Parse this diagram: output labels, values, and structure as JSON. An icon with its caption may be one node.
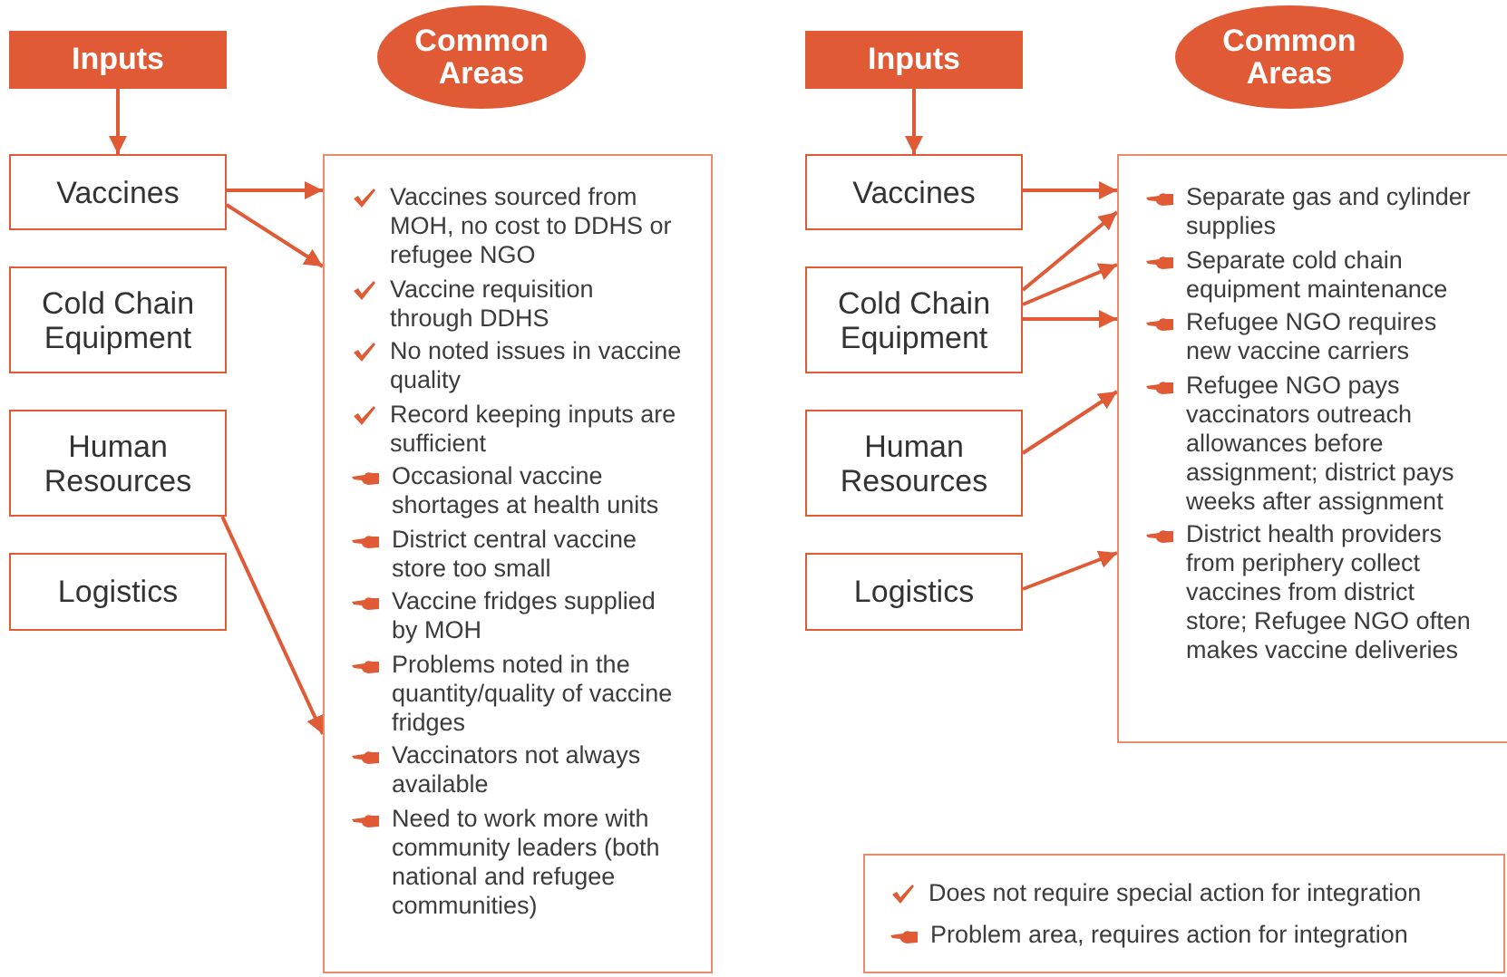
{
  "diagram": {
    "nodes": [
      {
        "text": [
          "Inputs"
        ]
      },
      {
        "text": [
          "Common Areas"
        ]
      },
      {
        "text": [
          "Vaccines"
        ]
      },
      {
        "text": [
          "Cold Chain Equipment"
        ]
      },
      {
        "text": [
          "Human Resources"
        ]
      },
      {
        "text": [
          "Logistics"
        ]
      },
      {
        "text": [
          "Vaccines sourced from MOH, no cost to DDHS or refugee NGO",
          "Vaccine requisition through DDHS",
          "No noted issues in vaccine quality",
          "Record keeping inputs are sufficient",
          "Occasional vaccine shortages at health units",
          "District central vaccine store too small",
          "Vaccine fridges supplied by MOH",
          "Problems noted in the quantity/quality of vaccine fridges",
          "Vaccinators not always available",
          "Need to work more with community leaders (both national and refugee communities)"
        ]
      },
      {
        "text": [
          "Inputs"
        ]
      },
      {
        "text": [
          "Common Areas"
        ]
      },
      {
        "text": [
          "Vaccines"
        ]
      },
      {
        "text": [
          "Cold Chain Equipment"
        ]
      },
      {
        "text": [
          "Human Resources"
        ]
      },
      {
        "text": [
          "Logistics"
        ]
      },
      {
        "text": [
          "Separate gas and cylinder supplies",
          "Separate cold chain equipment maintenance",
          "Refugee NGO requires new vaccine carriers",
          "Refugee NGO pays vaccinators outreach allowances before assignment; district pays weeks after assignment",
          "District health providers from periphery collect vaccines from district store; Refugee NGO often makes vaccine deliveries"
        ]
      }
    ],
    "edges": [
      {
        "from": 0,
        "to": 2,
        "arrow": "to"
      },
      {
        "from": 2,
        "to": 6,
        "arrow": "to"
      },
      {
        "from": 2,
        "to": 6,
        "arrow": "to"
      },
      {
        "from": 4,
        "to": 6,
        "arrow": "to"
      },
      {
        "from": 7,
        "to": 9,
        "arrow": "to"
      },
      {
        "from": 9,
        "to": 13,
        "arrow": "to"
      },
      {
        "from": 10,
        "to": 13,
        "arrow": "to"
      },
      {
        "from": 10,
        "to": 13,
        "arrow": "to"
      },
      {
        "from": 10,
        "to": 13,
        "arrow": "to"
      },
      {
        "from": 11,
        "to": 13,
        "arrow": "to"
      },
      {
        "from": 12,
        "to": 13,
        "arrow": "to"
      }
    ],
    "legend": [
      {
        "text": "Does not require special action for integration"
      },
      {
        "text": "Problem area, requires action for integration"
      }
    ]
  }
}
